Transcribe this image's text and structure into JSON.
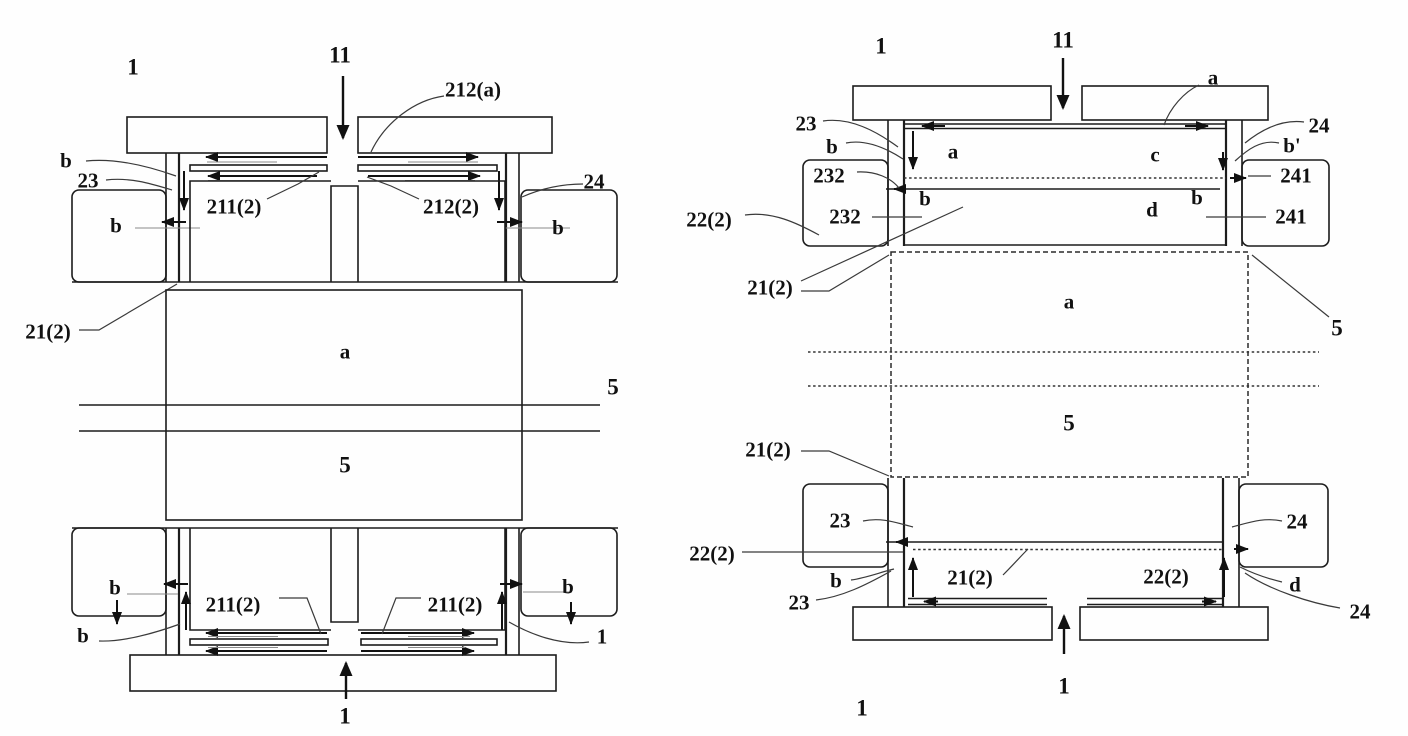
{
  "figure": {
    "type": "patent-cross-section-diagram",
    "background_color": "#fefefe",
    "line_color": "#1c1c1c",
    "panel_count": 2
  },
  "left_panel": {
    "labels": {
      "ref1_top": "1",
      "ref11": "11",
      "ref212a": "212(a)",
      "b_upper_left": "b",
      "ref23": "23",
      "ref211_2_top": "211(2)",
      "ref212_2_top": "212(2)",
      "ref24": "24",
      "b_mid_left": "b",
      "b_mid_right": "b",
      "ref21_2": "21(2)",
      "zone_a": "a",
      "ref5_side": "5",
      "zone_5": "5",
      "b_lower_left": "b",
      "ref211_2_bottom_left": "211(2)",
      "ref211_2_bottom_right": "211(2)",
      "b_lower_right": "b",
      "b_bottom_left": "b",
      "ref1_bottom_right": "1",
      "ref1_bottom": "1"
    }
  },
  "right_panel": {
    "labels": {
      "ref1_top": "1",
      "ref11": "11",
      "zone_a_top": "a",
      "ref23_top": "23",
      "ref24_top": "24",
      "b_left": "b",
      "b_prime": "b'",
      "ref232_upper": "232",
      "ref241_upper": "241",
      "zone_a_inner": "a",
      "zone_c": "c",
      "b_inner_left": "b",
      "b_inner_right": "b",
      "zone_d": "d",
      "ref232_lower": "232",
      "ref241_lower": "241",
      "ref22_2_top": "22(2)",
      "ref21_2_top": "21(2)",
      "zone_a_mid": "a",
      "ref5_side": "5",
      "zone_5_mid": "5",
      "ref21_2_mid": "21(2)",
      "ref23_mid": "23",
      "ref24_mid": "24",
      "ref22_2_left": "22(2)",
      "b_bottom": "b",
      "ref23_bottom": "23",
      "ref21_2_bottom": "21(2)",
      "ref22_2_bottom": "22(2)",
      "zone_d_bottom": "d",
      "ref24_bottom": "24",
      "ref1_bottom": "1",
      "ref1_bottom_left": "1"
    }
  }
}
